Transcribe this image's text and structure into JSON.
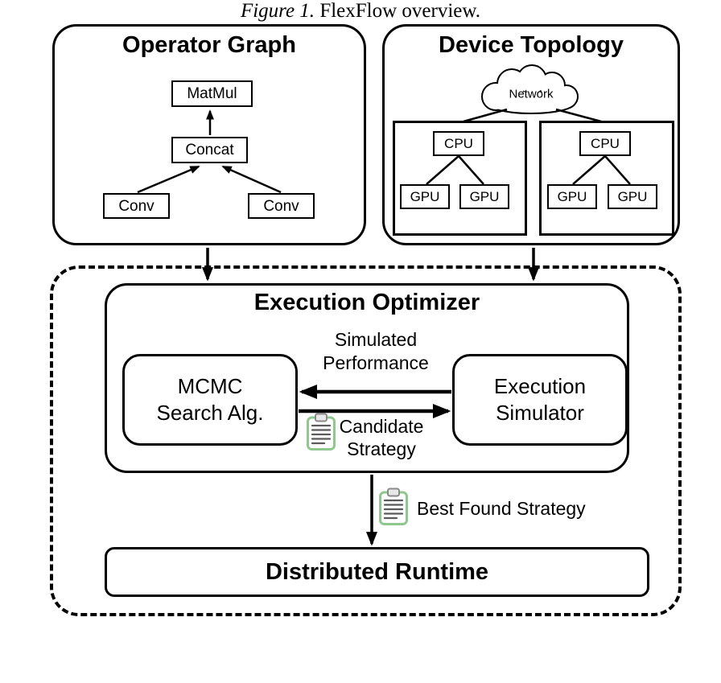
{
  "operator_graph": {
    "title": "Operator Graph",
    "nodes": {
      "matmul": "MatMul",
      "concat": "Concat",
      "conv_left": "Conv",
      "conv_right": "Conv"
    }
  },
  "device_topology": {
    "title": "Device Topology",
    "network_label": "Network",
    "machines": [
      {
        "cpu": "CPU",
        "gpus": [
          "GPU",
          "GPU"
        ]
      },
      {
        "cpu": "CPU",
        "gpus": [
          "GPU",
          "GPU"
        ]
      }
    ]
  },
  "execution_optimizer": {
    "title": "Execution Optimizer",
    "mcmc": {
      "line1": "MCMC",
      "line2": "Search Alg."
    },
    "simulator": {
      "line1": "Execution",
      "line2": "Simulator"
    },
    "labels": {
      "simulated_performance": {
        "line1": "Simulated",
        "line2": "Performance"
      },
      "candidate_strategy": {
        "line1": "Candidate",
        "line2": "Strategy"
      }
    }
  },
  "flow": {
    "best_found_strategy": "Best Found Strategy"
  },
  "distributed_runtime": {
    "title": "Distributed Runtime"
  },
  "caption": {
    "label": "Figure 1.",
    "text": "FlexFlow overview."
  },
  "icons": {
    "candidate_strategy": "clipboard-icon",
    "best_found_strategy": "clipboard-icon",
    "network": "cloud-icon"
  },
  "colors": {
    "line": "#000000",
    "background": "#ffffff",
    "clipboard_border": "#8fc78f",
    "clipboard_clip": "#8a8a8a",
    "clipboard_lines": "#5a5a5a"
  }
}
